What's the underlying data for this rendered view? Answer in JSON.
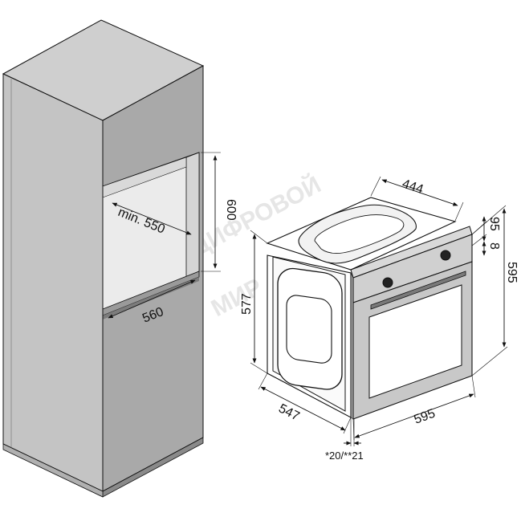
{
  "watermark": {
    "line1": "ЦИФРОВОЙ",
    "line2": "МИР"
  },
  "cabinet": {
    "dim_width": "560",
    "dim_depth": "min. 550",
    "dim_height": "600"
  },
  "oven": {
    "dim_top": "444",
    "dim_height_side": "577",
    "dim_height_front": "595",
    "dim_depth": "547",
    "dim_width": "595",
    "dim_small_top": "95",
    "dim_small_gap": "8",
    "note": "*20/**21"
  },
  "colors": {
    "cabinet_front": "#c4c4c4",
    "cabinet_side": "#a9a9a9",
    "cabinet_top": "#cfcfcf",
    "cabinet_inner": "#e9e9e9",
    "oven_door": "#c8c8c8",
    "oven_glass": "#ffffff"
  }
}
